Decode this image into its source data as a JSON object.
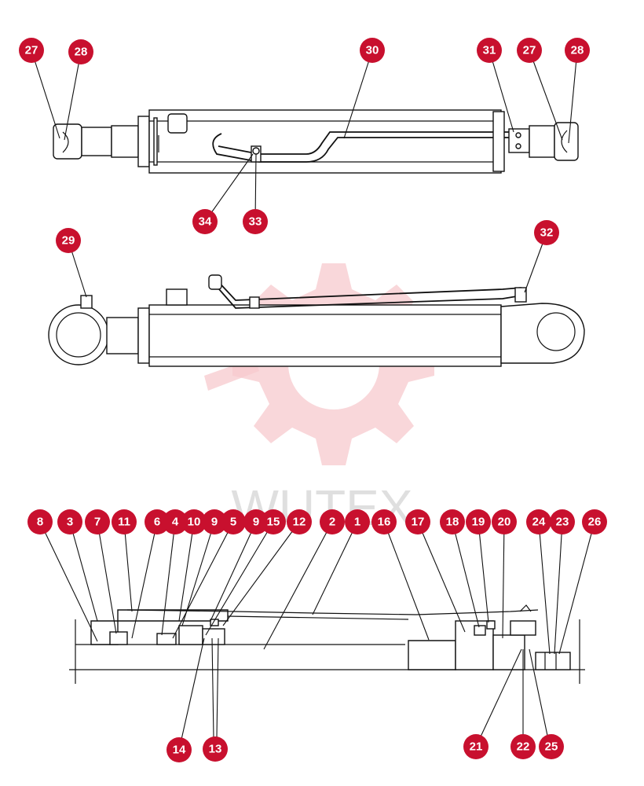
{
  "watermark": {
    "text": "WUTEX",
    "icon": "gear-logo-icon",
    "color": "#f4b6bc"
  },
  "colors": {
    "badge": "#c8102e",
    "badge_text": "#ffffff",
    "line": "#111111"
  },
  "callouts": {
    "top": [
      "27",
      "28",
      "30",
      "31",
      "27",
      "28",
      "34",
      "33"
    ],
    "side": [
      "29",
      "32"
    ],
    "section_top": [
      "8",
      "3",
      "7",
      "11",
      "6",
      "4",
      "10",
      "9",
      "5",
      "9",
      "15",
      "12",
      "2",
      "1",
      "16",
      "17",
      "18",
      "19",
      "20",
      "24",
      "23",
      "26"
    ],
    "section_bottom": [
      "14",
      "13",
      "21",
      "22",
      "25"
    ]
  }
}
